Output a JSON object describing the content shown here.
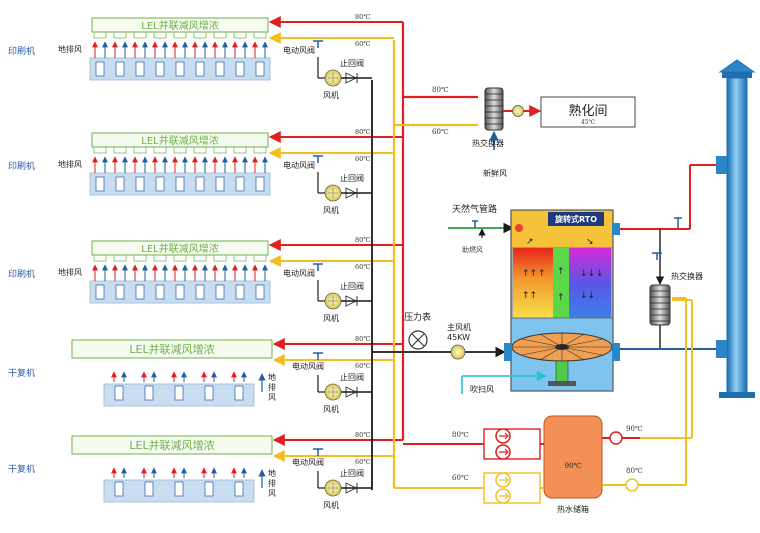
{
  "machines": [
    {
      "label": "印刷机",
      "box_label": "LEL并联减风增浓",
      "side_label": "地排风",
      "temp_hot": "80℃",
      "temp_warm": "60℃",
      "valve_label": "电动风阀",
      "check_label": "止回阀",
      "fan_label": "风机"
    },
    {
      "label": "印刷机",
      "box_label": "LEL并联减风增浓",
      "side_label": "地排风",
      "temp_hot": "80℃",
      "temp_warm": "60℃",
      "valve_label": "电动风阀",
      "check_label": "止回阀",
      "fan_label": "风机"
    },
    {
      "label": "印刷机",
      "box_label": "LEL并联减风增浓",
      "side_label": "地排风",
      "temp_hot": "80℃",
      "temp_warm": "60℃",
      "valve_label": "电动风阀",
      "check_label": "止回阀",
      "fan_label": "风机"
    },
    {
      "label": "干复机",
      "box_label": "LEL并联减风增浓",
      "side_label": "地\n排\n风",
      "temp_hot": "80℃",
      "temp_warm": "60℃",
      "valve_label": "电动风阀",
      "check_label": "止回阀",
      "fan_label": "风机"
    },
    {
      "label": "干复机",
      "box_label": "LEL并联减风增浓",
      "side_label": "地\n排\n风",
      "temp_hot": "80℃",
      "temp_warm": "60℃",
      "valve_label": "电动风阀",
      "check_label": "止回阀",
      "fan_label": "风机"
    }
  ],
  "curing_room": {
    "label": "熟化间",
    "temp": "45℃",
    "hot_temp": "80℃",
    "warm_temp": "60℃"
  },
  "heat_exchanger_top": {
    "label": "热交换器",
    "fresh_air": "新鲜风"
  },
  "pressure_gauge": {
    "label": "压力表"
  },
  "main_fan": {
    "label": "主风机",
    "power": "45KW"
  },
  "purge_fan": {
    "label": "吹扫风"
  },
  "gas_pipe": {
    "label": "天然气管路",
    "combustion_air": "助燃风"
  },
  "rto": {
    "label": "旋转式RTO"
  },
  "heat_exchanger_right": {
    "label": "热交换器"
  },
  "water_tank": {
    "label": "热水储箱",
    "temp": "90℃"
  },
  "pump_temps": {
    "top_left": "80℃",
    "bottom_left": "60℃",
    "top_right": "90℃",
    "bottom_right": "80℃"
  },
  "colors": {
    "hot_line": "#e02020",
    "warm_line": "#f0c020",
    "air_line": "#2060a0",
    "stack": "#2a86c8",
    "rto_top": "#f5c23a",
    "tank": "#f39055"
  }
}
